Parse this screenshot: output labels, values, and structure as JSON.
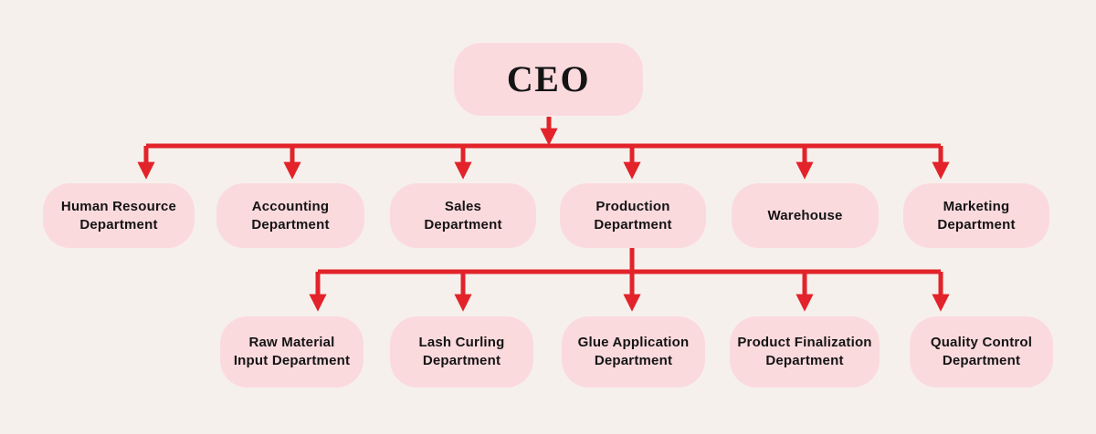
{
  "colors": {
    "background": "#f6f0ec",
    "node_fill": "#fbdade",
    "arrow": "#e2232a",
    "text": "#141414"
  },
  "org_chart": {
    "type": "organizational-chart",
    "root": {
      "label": "CEO"
    },
    "level2": [
      {
        "label": "Human Resource\nDepartment"
      },
      {
        "label": "Accounting\nDepartment"
      },
      {
        "label": "Sales\nDepartment"
      },
      {
        "label": "Production\nDepartment"
      },
      {
        "label": "Warehouse"
      },
      {
        "label": "Marketing\nDepartment"
      }
    ],
    "level3_parent": "Production Department",
    "level3": [
      {
        "label": "Raw Material\nInput Department"
      },
      {
        "label": "Lash Curling\nDepartment"
      },
      {
        "label": "Glue Application\nDepartment"
      },
      {
        "label": "Product Finalization\nDepartment"
      },
      {
        "label": "Quality Control\nDepartment"
      }
    ]
  }
}
